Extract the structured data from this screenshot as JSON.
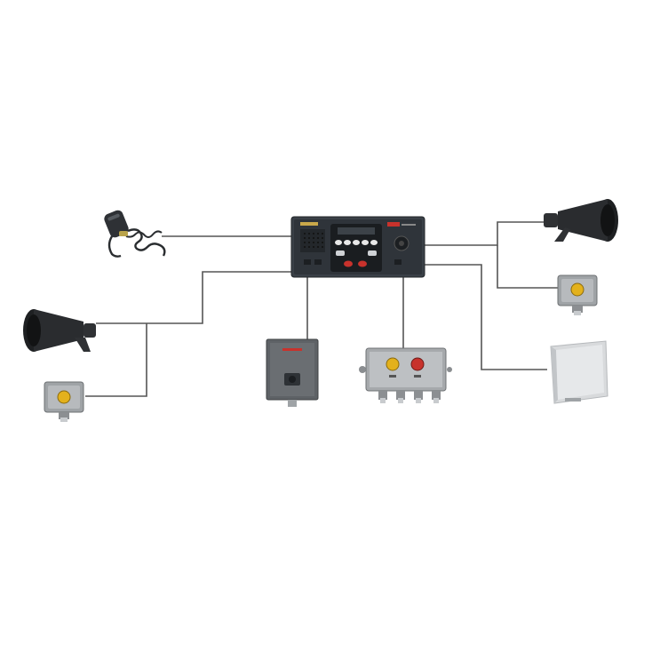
{
  "diagram": {
    "kind": "public-address system connection diagram",
    "nodes": [
      {
        "id": "microphone",
        "icon": "handheld-microphone-icon"
      },
      {
        "id": "controller",
        "icon": "pa-controller-unit-icon"
      },
      {
        "id": "horn-left",
        "icon": "horn-loudspeaker-icon"
      },
      {
        "id": "button-left",
        "icon": "yellow-push-button-box-icon"
      },
      {
        "id": "wall-amplifier",
        "icon": "wall-mounted-box-icon"
      },
      {
        "id": "junction-box",
        "icon": "junction-box-with-buttons-icon"
      },
      {
        "id": "horn-right",
        "icon": "horn-loudspeaker-icon"
      },
      {
        "id": "button-right",
        "icon": "yellow-push-button-box-icon"
      },
      {
        "id": "wall-speaker",
        "icon": "wall-speaker-icon"
      }
    ],
    "edges": [
      [
        "microphone",
        "controller"
      ],
      [
        "controller",
        "horn-left"
      ],
      [
        "controller",
        "button-left"
      ],
      [
        "controller",
        "wall-amplifier"
      ],
      [
        "controller",
        "junction-box"
      ],
      [
        "controller",
        "horn-right"
      ],
      [
        "controller",
        "button-right"
      ],
      [
        "controller",
        "wall-speaker"
      ]
    ]
  },
  "colors": {
    "background": "#ffffff",
    "wire": "#555555",
    "device_dark": "#2e3338",
    "device_grey": "#9a9da0",
    "button_yellow": "#e3b11c",
    "button_red": "#c8322c"
  }
}
